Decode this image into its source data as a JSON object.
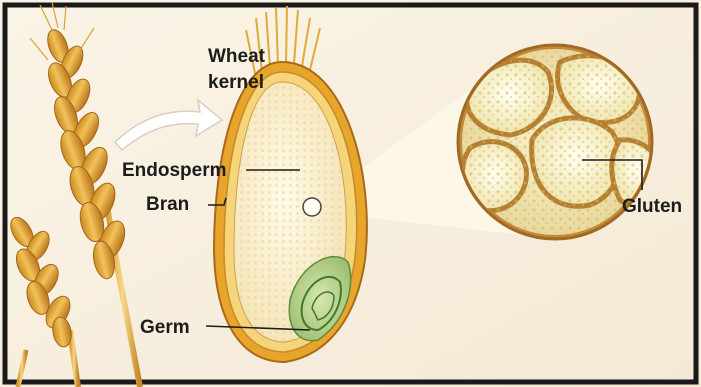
{
  "labels": {
    "title_line1": "Wheat",
    "title_line2": "kernel",
    "endosperm": "Endosperm",
    "bran": "Bran",
    "germ": "Germ",
    "gluten": "Gluten"
  }
}
